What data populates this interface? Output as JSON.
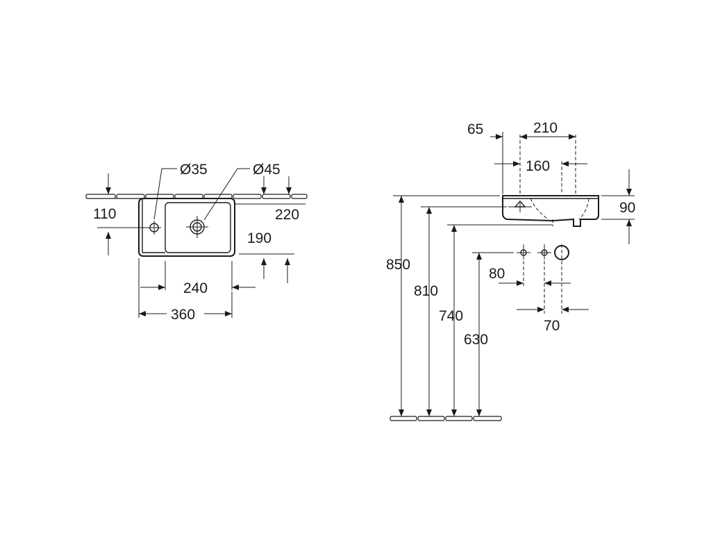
{
  "drawing": {
    "top_view": {
      "hole_tap": "Ø35",
      "hole_waste": "Ø45",
      "dim_110": "110",
      "dim_220": "220",
      "dim_190": "190",
      "dim_240": "240",
      "dim_360": "360"
    },
    "side_view": {
      "dim_65": "65",
      "dim_210": "210",
      "dim_160": "160",
      "dim_90": "90",
      "dim_850": "850",
      "dim_810": "810",
      "dim_740": "740",
      "dim_630": "630",
      "dim_80": "80",
      "dim_70": "70"
    },
    "colors": {
      "line": "#1a1a1a",
      "background": "#ffffff"
    }
  }
}
